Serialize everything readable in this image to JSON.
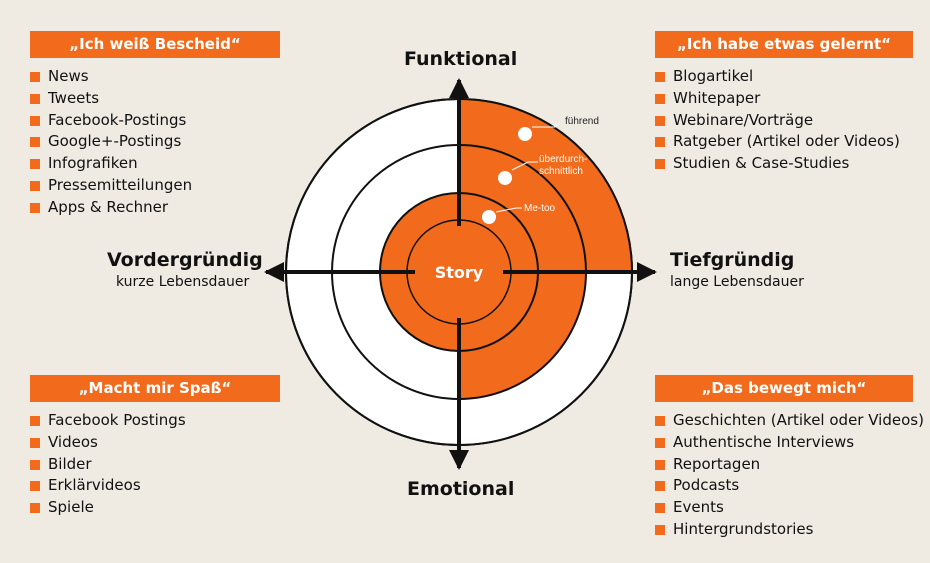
{
  "top_left": {
    "header": "„Ich weiß Bescheid“",
    "items": [
      "News",
      "Tweets",
      "Facebook-Postings",
      "Google+-Postings",
      "Infografiken",
      "Pressemitteilungen",
      "Apps & Rechner"
    ]
  },
  "top_right": {
    "header": "„Ich habe etwas gelernt“",
    "items": [
      "Blogartikel",
      "Whitepaper",
      "Webinare/Vorträge",
      "Ratgeber (Artikel oder Videos)",
      "Studien & Case-Studies"
    ]
  },
  "bottom_left": {
    "header": "„Macht mir Spaß“",
    "items": [
      "Facebook Postings",
      "Videos",
      "Bilder",
      "Erklärvideos",
      "Spiele"
    ]
  },
  "bottom_right": {
    "header": "„Das bewegt mich“",
    "items": [
      "Geschichten (Artikel oder Videos)",
      "Authentische Interviews",
      "Reportagen",
      "Podcasts",
      "Events",
      "Hintergrundstories"
    ]
  },
  "axes": {
    "top": "Funktional",
    "bottom": "Emotional",
    "left": "Vordergründig",
    "left_sub": "kurze Lebensdauer",
    "right": "Tiefgründig",
    "right_sub": "lange Lebensdauer"
  },
  "center_label": "Story",
  "levels": [
    "führend",
    "überdurch-schnittlich",
    "Me-too"
  ],
  "colors": {
    "accent": "#f26a1b",
    "background": "#efebe2"
  }
}
